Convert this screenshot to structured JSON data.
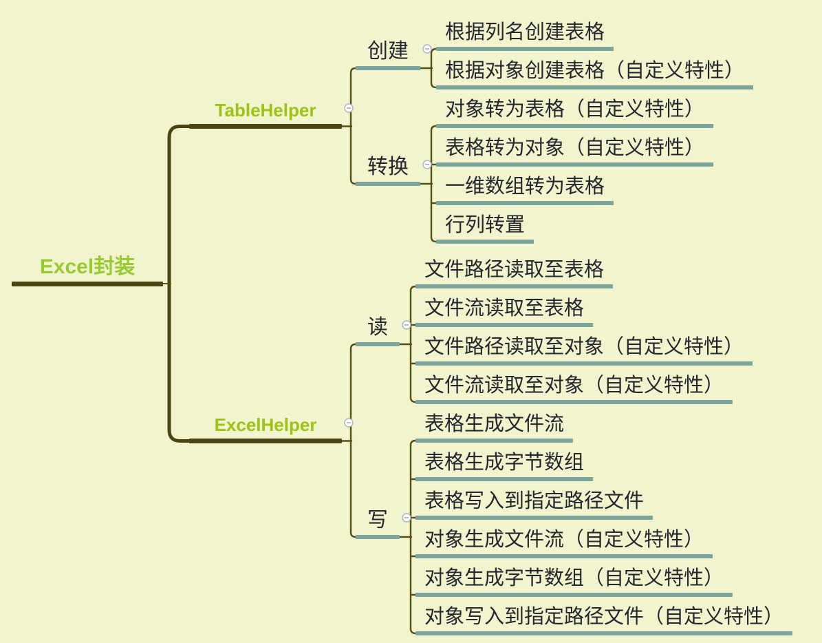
{
  "app": {
    "kind": "mindmap-screenshot"
  },
  "colors": {
    "background": "#F2F4CE",
    "branch_dark": "#4A4413",
    "branch_thin": "#564F12",
    "branch_teal": "#7AA59D",
    "root_text": "#97CB31",
    "helper_text": "#9CC315",
    "topic_text": "#26262E",
    "collapse_ring": "#A9B4CD",
    "collapse_fill": "#FCFCF4",
    "collapse_minus": "#93A0BE"
  },
  "icons": {
    "collapse": "minus-circle-icon"
  },
  "mindmap": {
    "root": {
      "label": "Excel封装",
      "children": [
        {
          "label": "TableHelper",
          "children": [
            {
              "label": "创建",
              "children": [
                {
                  "label": "根据列名创建表格"
                },
                {
                  "label": "根据对象创建表格（自定义特性）"
                }
              ]
            },
            {
              "label": "转换",
              "children": [
                {
                  "label": "对象转为表格（自定义特性）"
                },
                {
                  "label": "表格转为对象（自定义特性）"
                },
                {
                  "label": "一维数组转为表格"
                },
                {
                  "label": "行列转置"
                }
              ]
            }
          ]
        },
        {
          "label": "ExcelHelper",
          "children": [
            {
              "label": "读",
              "children": [
                {
                  "label": "文件路径读取至表格"
                },
                {
                  "label": "文件流读取至表格"
                },
                {
                  "label": "文件路径读取至对象（自定义特性）"
                },
                {
                  "label": "文件流读取至对象（自定义特性）"
                }
              ]
            },
            {
              "label": "写",
              "children": [
                {
                  "label": "表格生成文件流"
                },
                {
                  "label": "表格生成字节数组"
                },
                {
                  "label": "表格写入到指定路径文件"
                },
                {
                  "label": "对象生成文件流（自定义特性）"
                },
                {
                  "label": "对象生成字节数组（自定义特性）"
                },
                {
                  "label": "对象写入到指定路径文件（自定义特性）"
                }
              ]
            }
          ]
        }
      ]
    }
  }
}
